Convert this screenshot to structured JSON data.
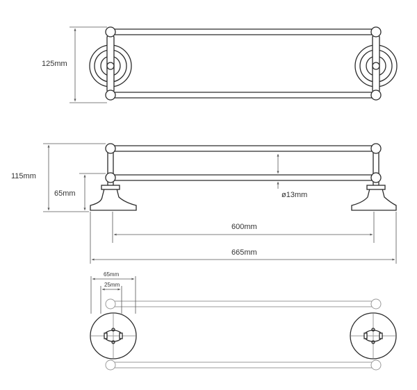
{
  "diagram": {
    "dimensions": {
      "top_height": "125mm",
      "side_height_total": "115mm",
      "side_height_lower": "65mm",
      "rod_diameter": "ø13mm",
      "rod_length": "600mm",
      "overall_length": "665mm",
      "plate_width": "65mm",
      "fixing_distance": "25mm"
    },
    "colors": {
      "ink": "#2a2a2a",
      "dimension": "#555555",
      "faint": "#9a9a9a"
    }
  }
}
